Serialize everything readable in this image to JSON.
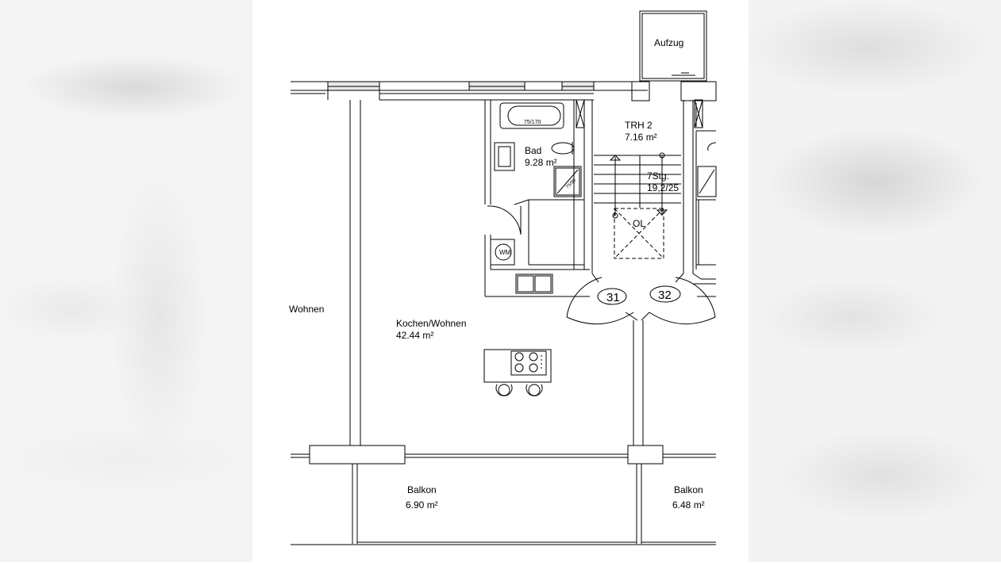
{
  "rooms": {
    "aufzug": {
      "label": "Aufzug"
    },
    "trh": {
      "label": "TRH 2",
      "area": "7.16 m²"
    },
    "bad": {
      "label": "Bad",
      "area": "9.28 m²"
    },
    "stair": {
      "steps": "7Stg.",
      "dims": "19,2/25",
      "ol": "OL"
    },
    "wohnen_left": {
      "label": "Wohnen"
    },
    "kochen": {
      "label": "Kochen/Wohnen",
      "area": "42.44 m²"
    },
    "balkon_left": {
      "label": "Balkon",
      "area": "6.90 m²"
    },
    "balkon_right": {
      "label": "Balkon",
      "area": "6.48 m²"
    }
  },
  "fixtures": {
    "bathtub": "75/170",
    "shower": "75/90",
    "washer": "WM"
  },
  "doors": [
    "31",
    "32"
  ]
}
